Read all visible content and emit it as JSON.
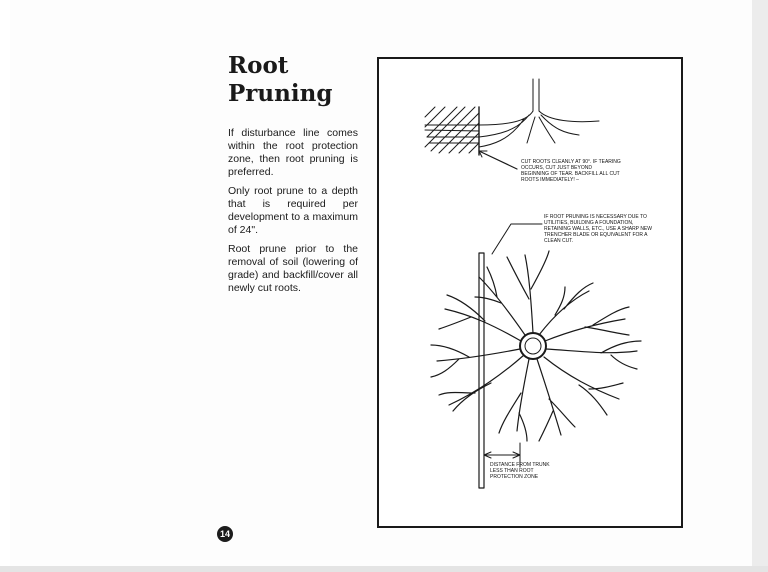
{
  "title_lines": [
    "Root",
    "Pruning"
  ],
  "paragraphs": [
    "If disturbance line comes within the root protection zone, then root pruning is preferred.",
    "Only root prune to a depth that is required per development to a maximum of 24\".",
    "Root prune prior to the removal of soil (lowering of grade) and backfill/cover all newly cut roots."
  ],
  "figure": {
    "note_cut": "CUT ROOTS CLEANLY AT 90°. IF TEARING OCCURS, CUT JUST BEYOND BEGINNING OF TEAR. BACKFILL ALL CUT ROOTS IMMEDIATELY! –",
    "note_prune": "IF ROOT PRUNING IS NECESSARY DUE TO UTILITIES, BUILDING A FOUNDATION, RETAINING WALLS, ETC., USE A SHARP NEW TRENCHER BLADE OR EQUIVALENT FOR A CLEAN CUT.",
    "note_distance": "DISTANCE FROM TRUNK LESS THAN ROOT PROTECTION ZONE"
  },
  "page_number": "14",
  "colors": {
    "ink": "#1a1a1a",
    "paper": "#fdfdfd"
  }
}
